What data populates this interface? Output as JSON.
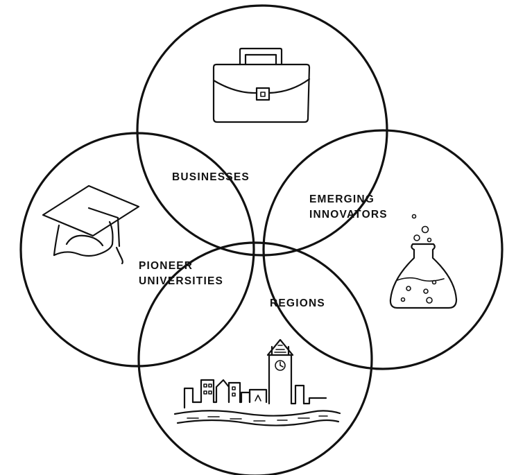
{
  "diagram": {
    "circles": [
      {
        "id": "businesses",
        "lines": [
          "BUSINESSES"
        ],
        "icon": "briefcase-icon"
      },
      {
        "id": "emerging-innovators",
        "lines": [
          "EMERGING",
          "INNOVATORS"
        ],
        "icon": "flask-icon"
      },
      {
        "id": "pioneer-universities",
        "lines": [
          "PIONEER",
          "UNIVERSITIES"
        ],
        "icon": "graduation-cap-icon"
      },
      {
        "id": "regions",
        "lines": [
          "REGIONS"
        ],
        "icon": "city-skyline-icon"
      }
    ],
    "colors": {
      "ink": "#111111",
      "background": "#ffffff"
    }
  }
}
